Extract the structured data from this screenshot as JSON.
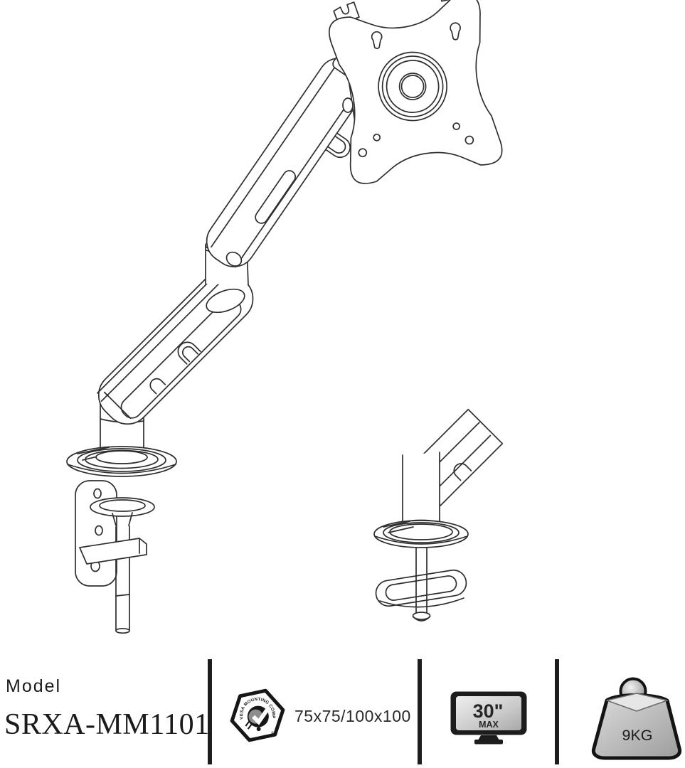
{
  "illustration": {
    "subject": "gas-spring single monitor desk mount arm, technical line drawing",
    "views": [
      "clamp-mount main view",
      "grommet-mount detail view"
    ],
    "line_color": "#2e2e2e",
    "background": "#ffffff"
  },
  "footer": {
    "model_label": "Model",
    "model_number": "SRXA-MM1101",
    "vesa": {
      "badge_text": "VESA MOUNTING COMPLIANT",
      "registered_mark": "®",
      "pattern": "75x75/100x100"
    },
    "screen": {
      "size": "30\"",
      "max_label": "MAX"
    },
    "weight": {
      "capacity": "9KG"
    },
    "divider_color": "#1d1d1d"
  }
}
